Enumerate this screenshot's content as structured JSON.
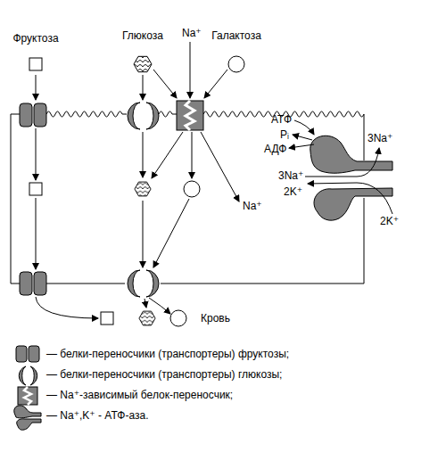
{
  "diagram": {
    "nodes": [
      {
        "text": [
          "Фруктоза"
        ]
      },
      {
        "text": [
          "Глюкоза"
        ]
      },
      {
        "text": [
          "Галактоза"
        ]
      }
    ],
    "labels": [
      "Na⁺",
      "АТФ",
      "Pᵢ",
      "АДФ",
      "3Na⁺",
      "Na⁺",
      "3Na⁺",
      "2K⁺",
      "2K⁺",
      "Кровь"
    ],
    "legend": [
      {
        "text": "— белки-переносчики (транспортеры) фруктозы;"
      },
      {
        "text": "— белки-переносчики (транспортеры) глюкозы;"
      },
      {
        "text": "— Na⁺-зависимый белок-переносчик;"
      },
      {
        "text": "— Na⁺,K⁺ - АТФ-аза."
      }
    ]
  }
}
